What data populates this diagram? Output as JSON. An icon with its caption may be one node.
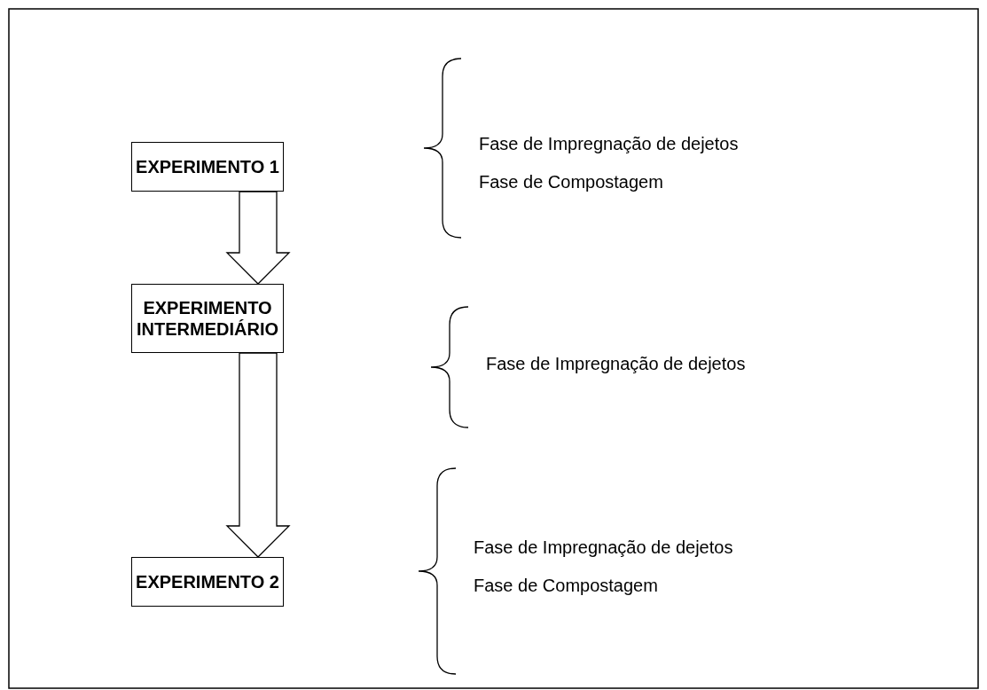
{
  "diagram": {
    "nodes": [
      {
        "text": [
          "EXPERIMENTO 1"
        ]
      },
      {
        "text": [
          "EXPERIMENTO INTERMEDIÁRIO"
        ]
      },
      {
        "text": [
          "EXPERIMENTO 2"
        ]
      }
    ],
    "edges": [
      {
        "from": 0,
        "to": 1,
        "arrow": "to"
      },
      {
        "from": 1,
        "to": 2,
        "arrow": "to"
      }
    ],
    "labels": [
      "Fase de Impregnação de dejetos",
      "Fase de Compostagem",
      "Fase de Impregnação de dejetos",
      "Fase de Impregnação de dejetos",
      "Fase de Compostagem"
    ]
  }
}
